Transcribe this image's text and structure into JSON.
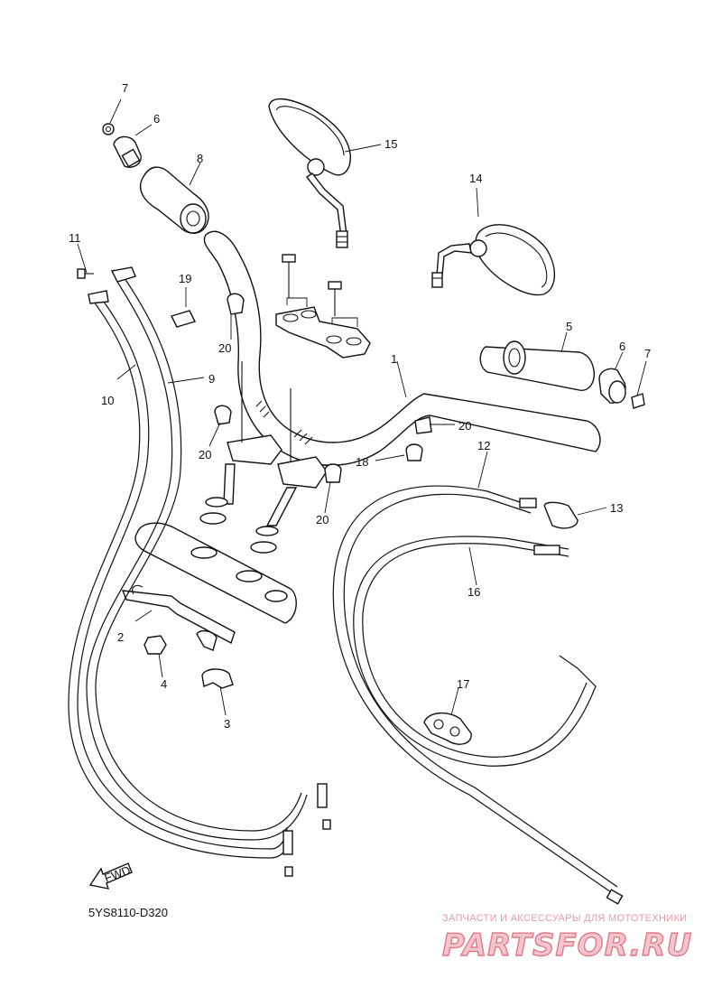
{
  "diagram_code": "5YS8110-D320",
  "fwd_label": "FWD",
  "watermark": {
    "tagline": "ЗАПЧАСТИ И АКСЕССУАРЫ ДЛЯ МОТОТЕХНИКИ",
    "logo": "PARTSFOR.RU"
  },
  "callouts": [
    {
      "id": "c1",
      "label": "1"
    },
    {
      "id": "c2",
      "label": "2"
    },
    {
      "id": "c3",
      "label": "3"
    },
    {
      "id": "c4",
      "label": "4"
    },
    {
      "id": "c5",
      "label": "5"
    },
    {
      "id": "c6a",
      "label": "6"
    },
    {
      "id": "c6b",
      "label": "6"
    },
    {
      "id": "c7a",
      "label": "7"
    },
    {
      "id": "c7b",
      "label": "7"
    },
    {
      "id": "c8",
      "label": "8"
    },
    {
      "id": "c9",
      "label": "9"
    },
    {
      "id": "c10",
      "label": "10"
    },
    {
      "id": "c11",
      "label": "11"
    },
    {
      "id": "c12",
      "label": "12"
    },
    {
      "id": "c13",
      "label": "13"
    },
    {
      "id": "c14",
      "label": "14"
    },
    {
      "id": "c15",
      "label": "15"
    },
    {
      "id": "c16",
      "label": "16"
    },
    {
      "id": "c17",
      "label": "17"
    },
    {
      "id": "c18",
      "label": "18"
    },
    {
      "id": "c19",
      "label": "19"
    },
    {
      "id": "c20a",
      "label": "20"
    },
    {
      "id": "c20b",
      "label": "20"
    },
    {
      "id": "c20c",
      "label": "20"
    },
    {
      "id": "c20d",
      "label": "20"
    }
  ]
}
